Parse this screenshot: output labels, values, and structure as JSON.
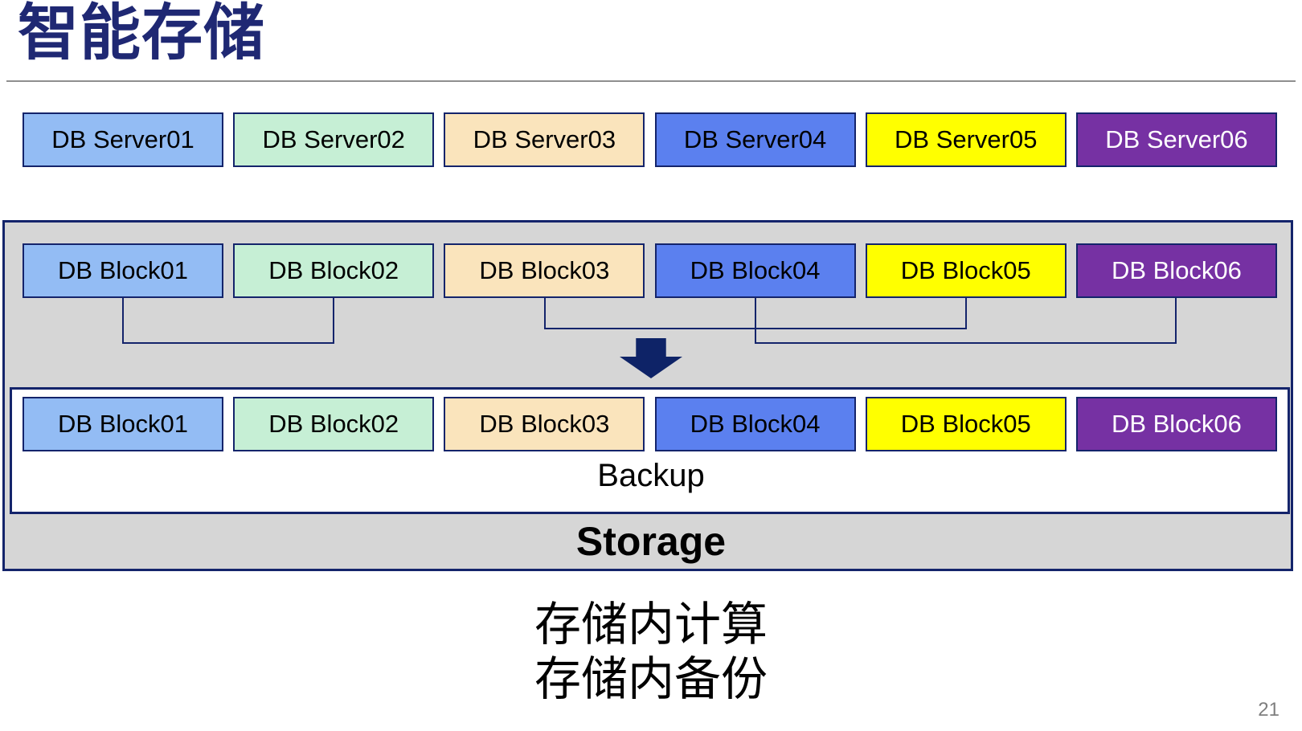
{
  "slide": {
    "title": "智能存储",
    "page_number": "21",
    "caption_line1": "存储内计算",
    "caption_line2": "存储内备份"
  },
  "colors": {
    "navy": "#14246B",
    "title_navy": "#1F2873",
    "arrow_navy": "#0E2367",
    "gray_fill": "#D6D6D6",
    "underline_gray": "#8F8F8F",
    "palette_blue_light": "#93BCF4",
    "palette_green_mint": "#C6EFD5",
    "palette_tan": "#FAE4BC",
    "palette_blue_royal": "#5B80EF",
    "palette_yellow": "#FFFF00",
    "palette_purple": "#7631A3"
  },
  "server_row": [
    {
      "label": "DB Server01",
      "bg": "#93BCF4",
      "fg": "#000000"
    },
    {
      "label": "DB Server02",
      "bg": "#C6EFD5",
      "fg": "#000000"
    },
    {
      "label": "DB Server03",
      "bg": "#FAE4BC",
      "fg": "#000000"
    },
    {
      "label": "DB Server04",
      "bg": "#5B80EF",
      "fg": "#000000"
    },
    {
      "label": "DB Server05",
      "bg": "#FFFF00",
      "fg": "#000000"
    },
    {
      "label": "DB Server06",
      "bg": "#7631A3",
      "fg": "#FFFFFF"
    }
  ],
  "storage_box": {
    "label": "Storage",
    "backup_label": "Backup",
    "block_row": [
      {
        "label": "DB Block01",
        "bg": "#93BCF4",
        "fg": "#000000"
      },
      {
        "label": "DB Block02",
        "bg": "#C6EFD5",
        "fg": "#000000"
      },
      {
        "label": "DB Block03",
        "bg": "#FAE4BC",
        "fg": "#000000"
      },
      {
        "label": "DB Block04",
        "bg": "#5B80EF",
        "fg": "#000000"
      },
      {
        "label": "DB Block05",
        "bg": "#FFFF00",
        "fg": "#000000"
      },
      {
        "label": "DB Block06",
        "bg": "#7631A3",
        "fg": "#FFFFFF"
      }
    ],
    "backup_block_row": [
      {
        "label": "DB Block01",
        "bg": "#93BCF4",
        "fg": "#000000"
      },
      {
        "label": "DB Block02",
        "bg": "#C6EFD5",
        "fg": "#000000"
      },
      {
        "label": "DB Block03",
        "bg": "#FAE4BC",
        "fg": "#000000"
      },
      {
        "label": "DB Block04",
        "bg": "#5B80EF",
        "fg": "#000000"
      },
      {
        "label": "DB Block05",
        "bg": "#FFFF00",
        "fg": "#000000"
      },
      {
        "label": "DB Block06",
        "bg": "#7631A3",
        "fg": "#FFFFFF"
      }
    ]
  }
}
